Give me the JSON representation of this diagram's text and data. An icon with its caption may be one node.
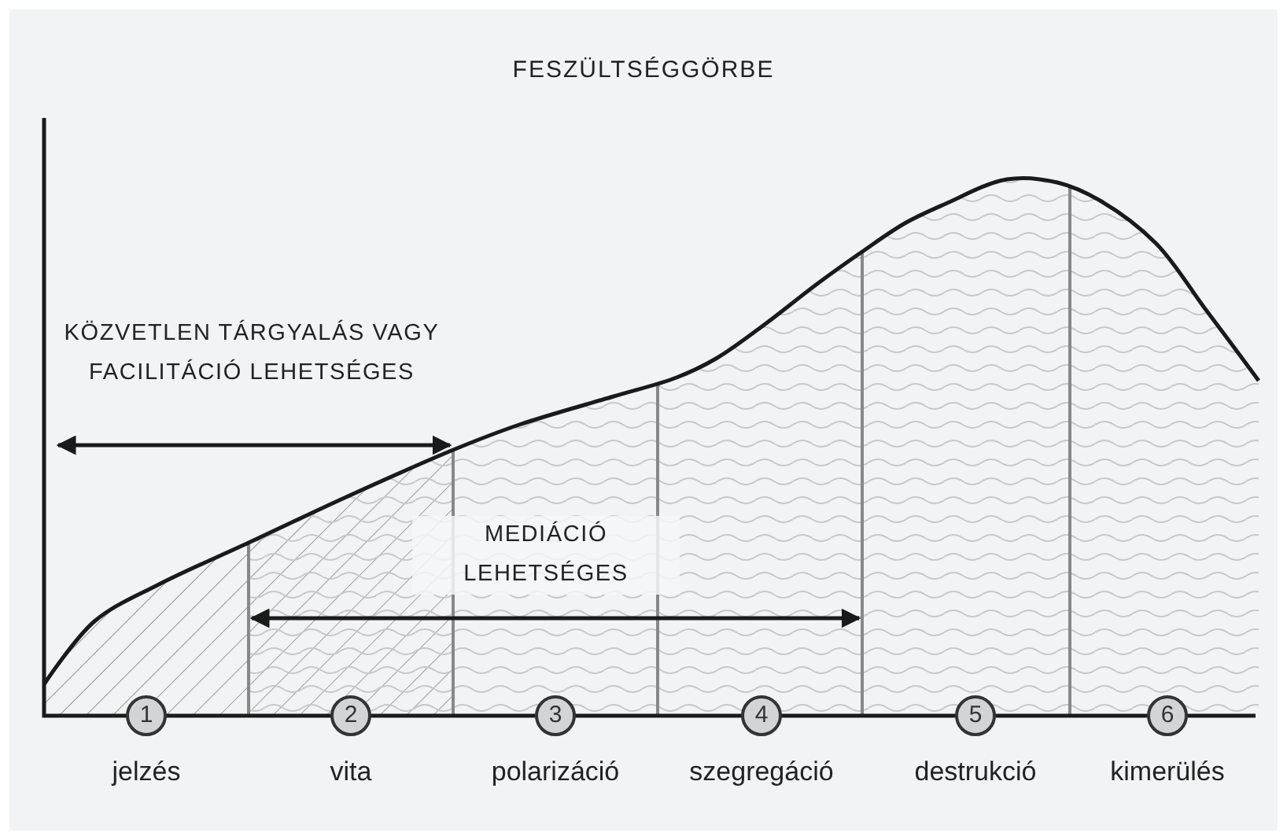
{
  "diagram": {
    "title": "FESZÜLTSÉGGÖRBE",
    "nodes": [
      {
        "text": [
          "1"
        ],
        "beside": [
          "jelzés"
        ]
      },
      {
        "text": [
          "2"
        ],
        "beside": [
          "vita"
        ]
      },
      {
        "text": [
          "3"
        ],
        "beside": [
          "polarizáció"
        ]
      },
      {
        "text": [
          "4"
        ],
        "beside": [
          "szegregáció"
        ]
      },
      {
        "text": [
          "5"
        ],
        "beside": [
          "destrukció"
        ]
      },
      {
        "text": [
          "6"
        ],
        "beside": [
          "kimerülés"
        ]
      }
    ],
    "labels": [
      "KÖZVETLEN TÁRGYALÁS VAGY FACILITÁCIÓ LEHETSÉGES",
      "MEDIÁCIÓ LEHETSÉGES"
    ]
  }
}
